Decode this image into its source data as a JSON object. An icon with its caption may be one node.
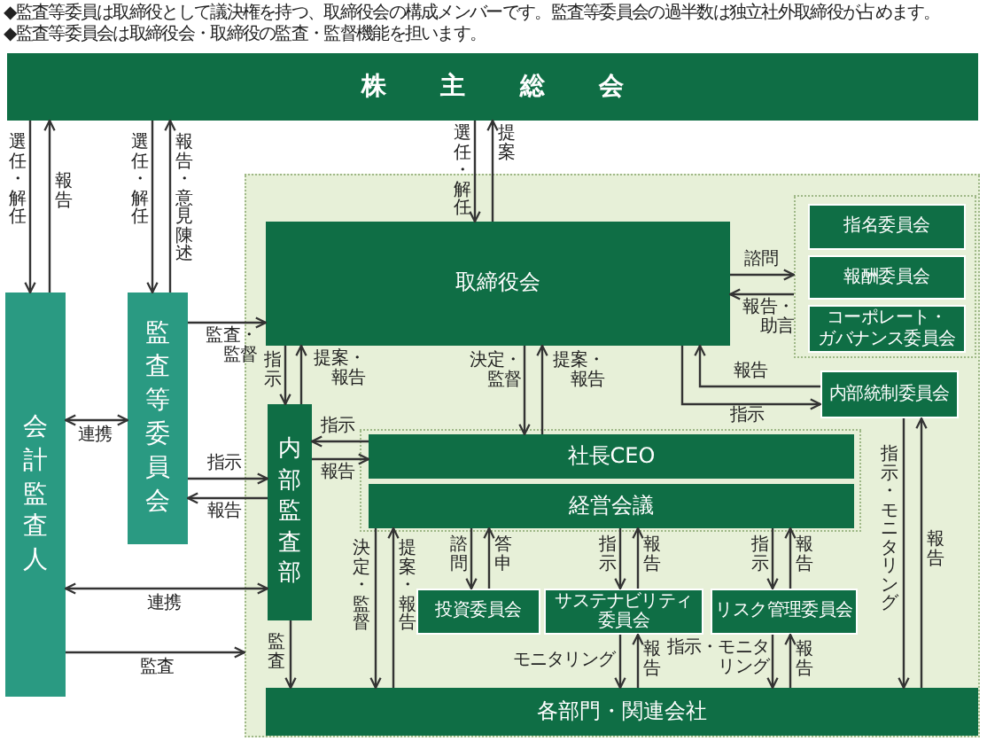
{
  "diagram": {
    "nodes": [
      {
        "text": [
          "株主総会"
        ]
      },
      {
        "text": [
          "会計監査人"
        ]
      },
      {
        "text": [
          "監査等委員会"
        ]
      },
      {
        "text": [],
        "shape": "box"
      },
      {
        "text": [
          "取締役会"
        ],
        "in": 3
      },
      {
        "text": [],
        "shape": "box",
        "in": 3
      },
      {
        "text": [
          "指名委員会"
        ],
        "in": 5
      },
      {
        "text": [
          "報酬委員会"
        ],
        "in": 5
      },
      {
        "text": [
          "コーポレート・ガバナンス委員会"
        ],
        "in": 5
      },
      {
        "text": [
          "内部監査部"
        ],
        "in": 3
      },
      {
        "text": [
          "内部統制委員会"
        ],
        "in": 3
      },
      {
        "text": [],
        "shape": "box",
        "in": 3
      },
      {
        "text": [
          "社長CEO"
        ],
        "in": 11
      },
      {
        "text": [
          "経営会議"
        ],
        "in": 11
      },
      {
        "text": [
          "投資委員会"
        ],
        "in": 3
      },
      {
        "text": [
          "サステナビリティ委員会"
        ],
        "in": 3
      },
      {
        "text": [
          "リスク管理委員会"
        ],
        "in": 3
      },
      {
        "text": [
          "各部門・関連会社"
        ],
        "in": 3
      }
    ],
    "edges": [
      {
        "from": 0,
        "to": 1,
        "arrow": "to",
        "label": "選任・解任"
      },
      {
        "from": 1,
        "to": 0,
        "arrow": "to",
        "label": "報告"
      },
      {
        "from": 0,
        "to": 2,
        "arrow": "to",
        "label": "選任・解任"
      },
      {
        "from": 2,
        "to": 0,
        "arrow": "to",
        "label": "報告・意見陳述"
      },
      {
        "from": 0,
        "to": 4,
        "arrow": "to",
        "label": "選任・解任"
      },
      {
        "from": 4,
        "to": 0,
        "arrow": "to",
        "label": "提案"
      },
      {
        "from": 2,
        "to": 4,
        "arrow": "to",
        "label": "監査・監督"
      },
      {
        "from": 1,
        "to": 2,
        "arrow": "both",
        "label": "連携"
      },
      {
        "from": 2,
        "to": 9,
        "arrow": "to",
        "label": "指示"
      },
      {
        "from": 9,
        "to": 2,
        "arrow": "to",
        "label": "報告"
      },
      {
        "from": 1,
        "to": 9,
        "arrow": "both",
        "label": "連携"
      },
      {
        "from": 1,
        "to": 3,
        "arrow": "to",
        "label": "監査"
      },
      {
        "from": 4,
        "to": 9,
        "arrow": "to",
        "label": "指示"
      },
      {
        "from": 9,
        "to": 4,
        "arrow": "to",
        "label": "提案・報告"
      },
      {
        "from": 4,
        "to": 12,
        "arrow": "to",
        "label": "決定・監督"
      },
      {
        "from": 12,
        "to": 4,
        "arrow": "to",
        "label": "提案・報告"
      },
      {
        "from": 4,
        "to": 5,
        "arrow": "to",
        "label": "諮問"
      },
      {
        "from": 5,
        "to": 4,
        "arrow": "to",
        "label": "報告・助言"
      },
      {
        "from": 4,
        "to": 10,
        "arrow": "to",
        "label": "指示"
      },
      {
        "from": 10,
        "to": 4,
        "arrow": "to",
        "label": "報告"
      },
      {
        "from": 12,
        "to": 9,
        "arrow": "to",
        "label": "指示"
      },
      {
        "from": 9,
        "to": 12,
        "arrow": "to",
        "label": "報告"
      },
      {
        "from": 9,
        "to": 17,
        "arrow": "to",
        "label": "監査"
      },
      {
        "from": 13,
        "to": 17,
        "arrow": "to",
        "label": "決定・監督"
      },
      {
        "from": 17,
        "to": 13,
        "arrow": "to",
        "label": "提案・報告"
      },
      {
        "from": 13,
        "to": 14,
        "arrow": "to",
        "label": "諮問"
      },
      {
        "from": 14,
        "to": 13,
        "arrow": "to",
        "label": "答申"
      },
      {
        "from": 13,
        "to": 15,
        "arrow": "to",
        "label": "指示"
      },
      {
        "from": 15,
        "to": 13,
        "arrow": "to",
        "label": "報告"
      },
      {
        "from": 13,
        "to": 16,
        "arrow": "to",
        "label": "指示"
      },
      {
        "from": 16,
        "to": 13,
        "arrow": "to",
        "label": "報告"
      },
      {
        "from": 15,
        "to": 17,
        "arrow": "to",
        "label": "モニタリング"
      },
      {
        "from": 17,
        "to": 15,
        "arrow": "to",
        "label": "報告"
      },
      {
        "from": 16,
        "to": 17,
        "arrow": "to",
        "label": "指示・モニタリング"
      },
      {
        "from": 17,
        "to": 16,
        "arrow": "to",
        "label": "報告"
      },
      {
        "from": 10,
        "to": 17,
        "arrow": "to",
        "label": "指示・モニタリング"
      },
      {
        "from": 17,
        "to": 10,
        "arrow": "to",
        "label": "報告"
      }
    ],
    "labels": [
      "◆監査等委員は取締役として議決権を持つ、取締役会の構成メンバーです。監査等委員会の過半数は独立社外取締役が占めます。",
      "◆監査等委員会は取締役会・取締役の監査・監督機能を担います。"
    ]
  }
}
